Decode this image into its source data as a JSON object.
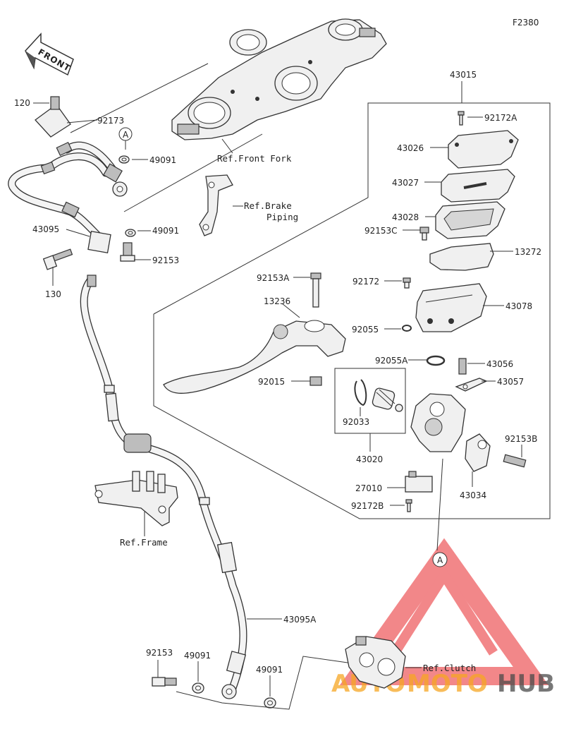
{
  "diagram": {
    "code": "F2380",
    "front_label": "FRONT",
    "callout_letter": "A",
    "parts": {
      "p120": "120",
      "p92173": "92173",
      "p49091a": "49091",
      "p49091b": "49091",
      "p43095": "43095",
      "p92153": "92153",
      "p130": "130",
      "p43015": "43015",
      "p92172A": "92172A",
      "p43026": "43026",
      "p43027": "43027",
      "p43028": "43028",
      "p92153C": "92153C",
      "p13272": "13272",
      "p92153A": "92153A",
      "p92172": "92172",
      "p13236": "13236",
      "p43078": "43078",
      "p92055": "92055",
      "p92055A": "92055A",
      "p43056": "43056",
      "p92015": "92015",
      "p43057": "43057",
      "p92033": "92033",
      "p92153B": "92153B",
      "p43020": "43020",
      "p27010": "27010",
      "p43034": "43034",
      "p92172B": "92172B",
      "p43095A": "43095A",
      "p92153_bottom": "92153",
      "p49091_c": "49091",
      "p49091_d": "49091"
    },
    "refs": {
      "front_fork": "Ref.Front Fork",
      "brake_line1": "Ref.Brake",
      "brake_line2": "Piping",
      "frame": "Ref.Frame",
      "clutch": "Ref.Clutch"
    },
    "watermark": {
      "part1": "AUTO",
      "part2": "MOTO",
      "part3": "HUB",
      "color_red": "#e8262a",
      "color_orange": "#f6a623",
      "color_dark": "#4a4a4a"
    }
  }
}
